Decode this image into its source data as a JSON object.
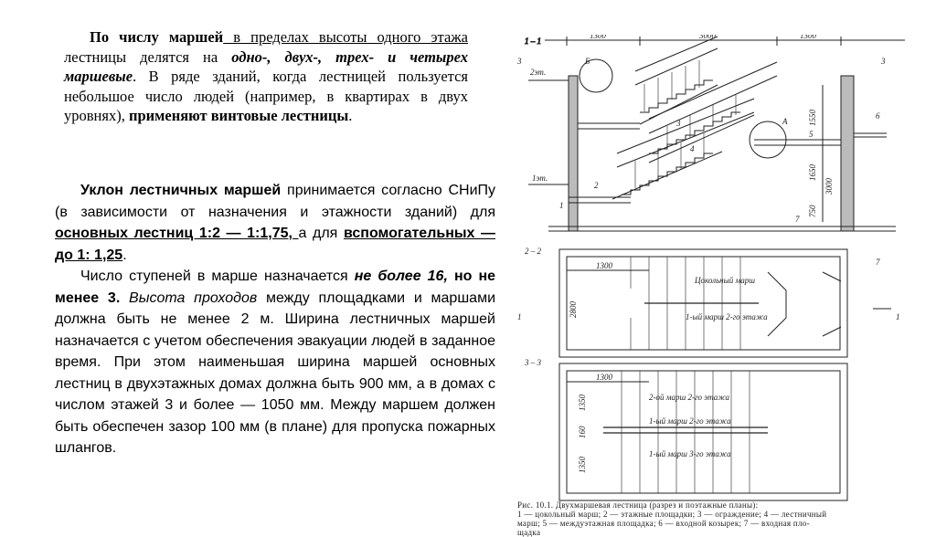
{
  "paragraph1": {
    "b1": "По числу маршей",
    "u1": " в пределах высоты одного этажа",
    "t1": " лестницы делятся на ",
    "i1": "одно-, двух-, трех- и четырех маршевые",
    "t2": ". В ряде зданий, когда лестницей пользуется небольшое число людей (например, в квартирах в двух уровнях), ",
    "b2": "применяют винтовые лестницы",
    "t3": "."
  },
  "paragraph2": {
    "b1": "Уклон лестничных маршей",
    "t1": " принимается согласно СНиПу (в зависимости от назначения и этажности зданий) для ",
    "ub1": "основных лестниц 1:2 — 1:1,75, ",
    "t2": "а для ",
    "ub2": "вспомогательных — до 1: 1,25",
    "t3": "."
  },
  "paragraph3": {
    "t1": "Число ступеней в марше назначается ",
    "bi1": "не более 16,",
    "b1": " но не менее 3.",
    "i1": " Высота проходов",
    "t2": " между площадками и маршами должна быть не менее 2 м. Ширина лестничных маршей назначается с учетом обеспечения эвакуации людей в заданное время. При этом наименьшая ширина маршей основных лестниц в двухэтажных домах должна быть 900 мм, а в домах с числом этажей 3 и более — 1050 мм. Между маршем должен быть обеспечен зазор 100 мм (в плане) для пропуска пожарных шлангов."
  },
  "figure": {
    "section_labels": [
      "1 – 1",
      "2 – 2",
      "3 – 3"
    ],
    "dims_top": [
      "1300",
      "3000",
      "1300"
    ],
    "dims_plan2": [
      "1300",
      "2800"
    ],
    "dims_plan3": [
      "1300",
      "1350",
      "160",
      "1350"
    ],
    "dims_section": [
      "1550",
      "1650",
      "3000",
      "750"
    ],
    "floor_labels": [
      "2эт.",
      "1эт."
    ],
    "callouts": [
      "1",
      "2",
      "3",
      "4",
      "5",
      "6",
      "7",
      "Б",
      "А"
    ],
    "plan2_notes": [
      "Цокольный марш",
      "1-ый марш 2-го этажа"
    ],
    "plan3_notes": [
      "2-ой марш 2-го этажа",
      "1-ый марш 2-го этажа",
      "1-ый марш 3-го этажа"
    ],
    "cut_marks": [
      "1",
      "1",
      "3",
      "3"
    ],
    "caption_line1": "Рис. 10.1. Двухмаршевая лестница (разрез и поэтажные планы):",
    "caption_line2": "1 — цокольный марш; 2 — этажные площадки; 3 — ограждение; 4 — лестничный",
    "caption_line3": "марш; 5 — междуэтажная площадка; 6 — входной козырек; 7 — входная пло-",
    "caption_line4": "щадка"
  }
}
